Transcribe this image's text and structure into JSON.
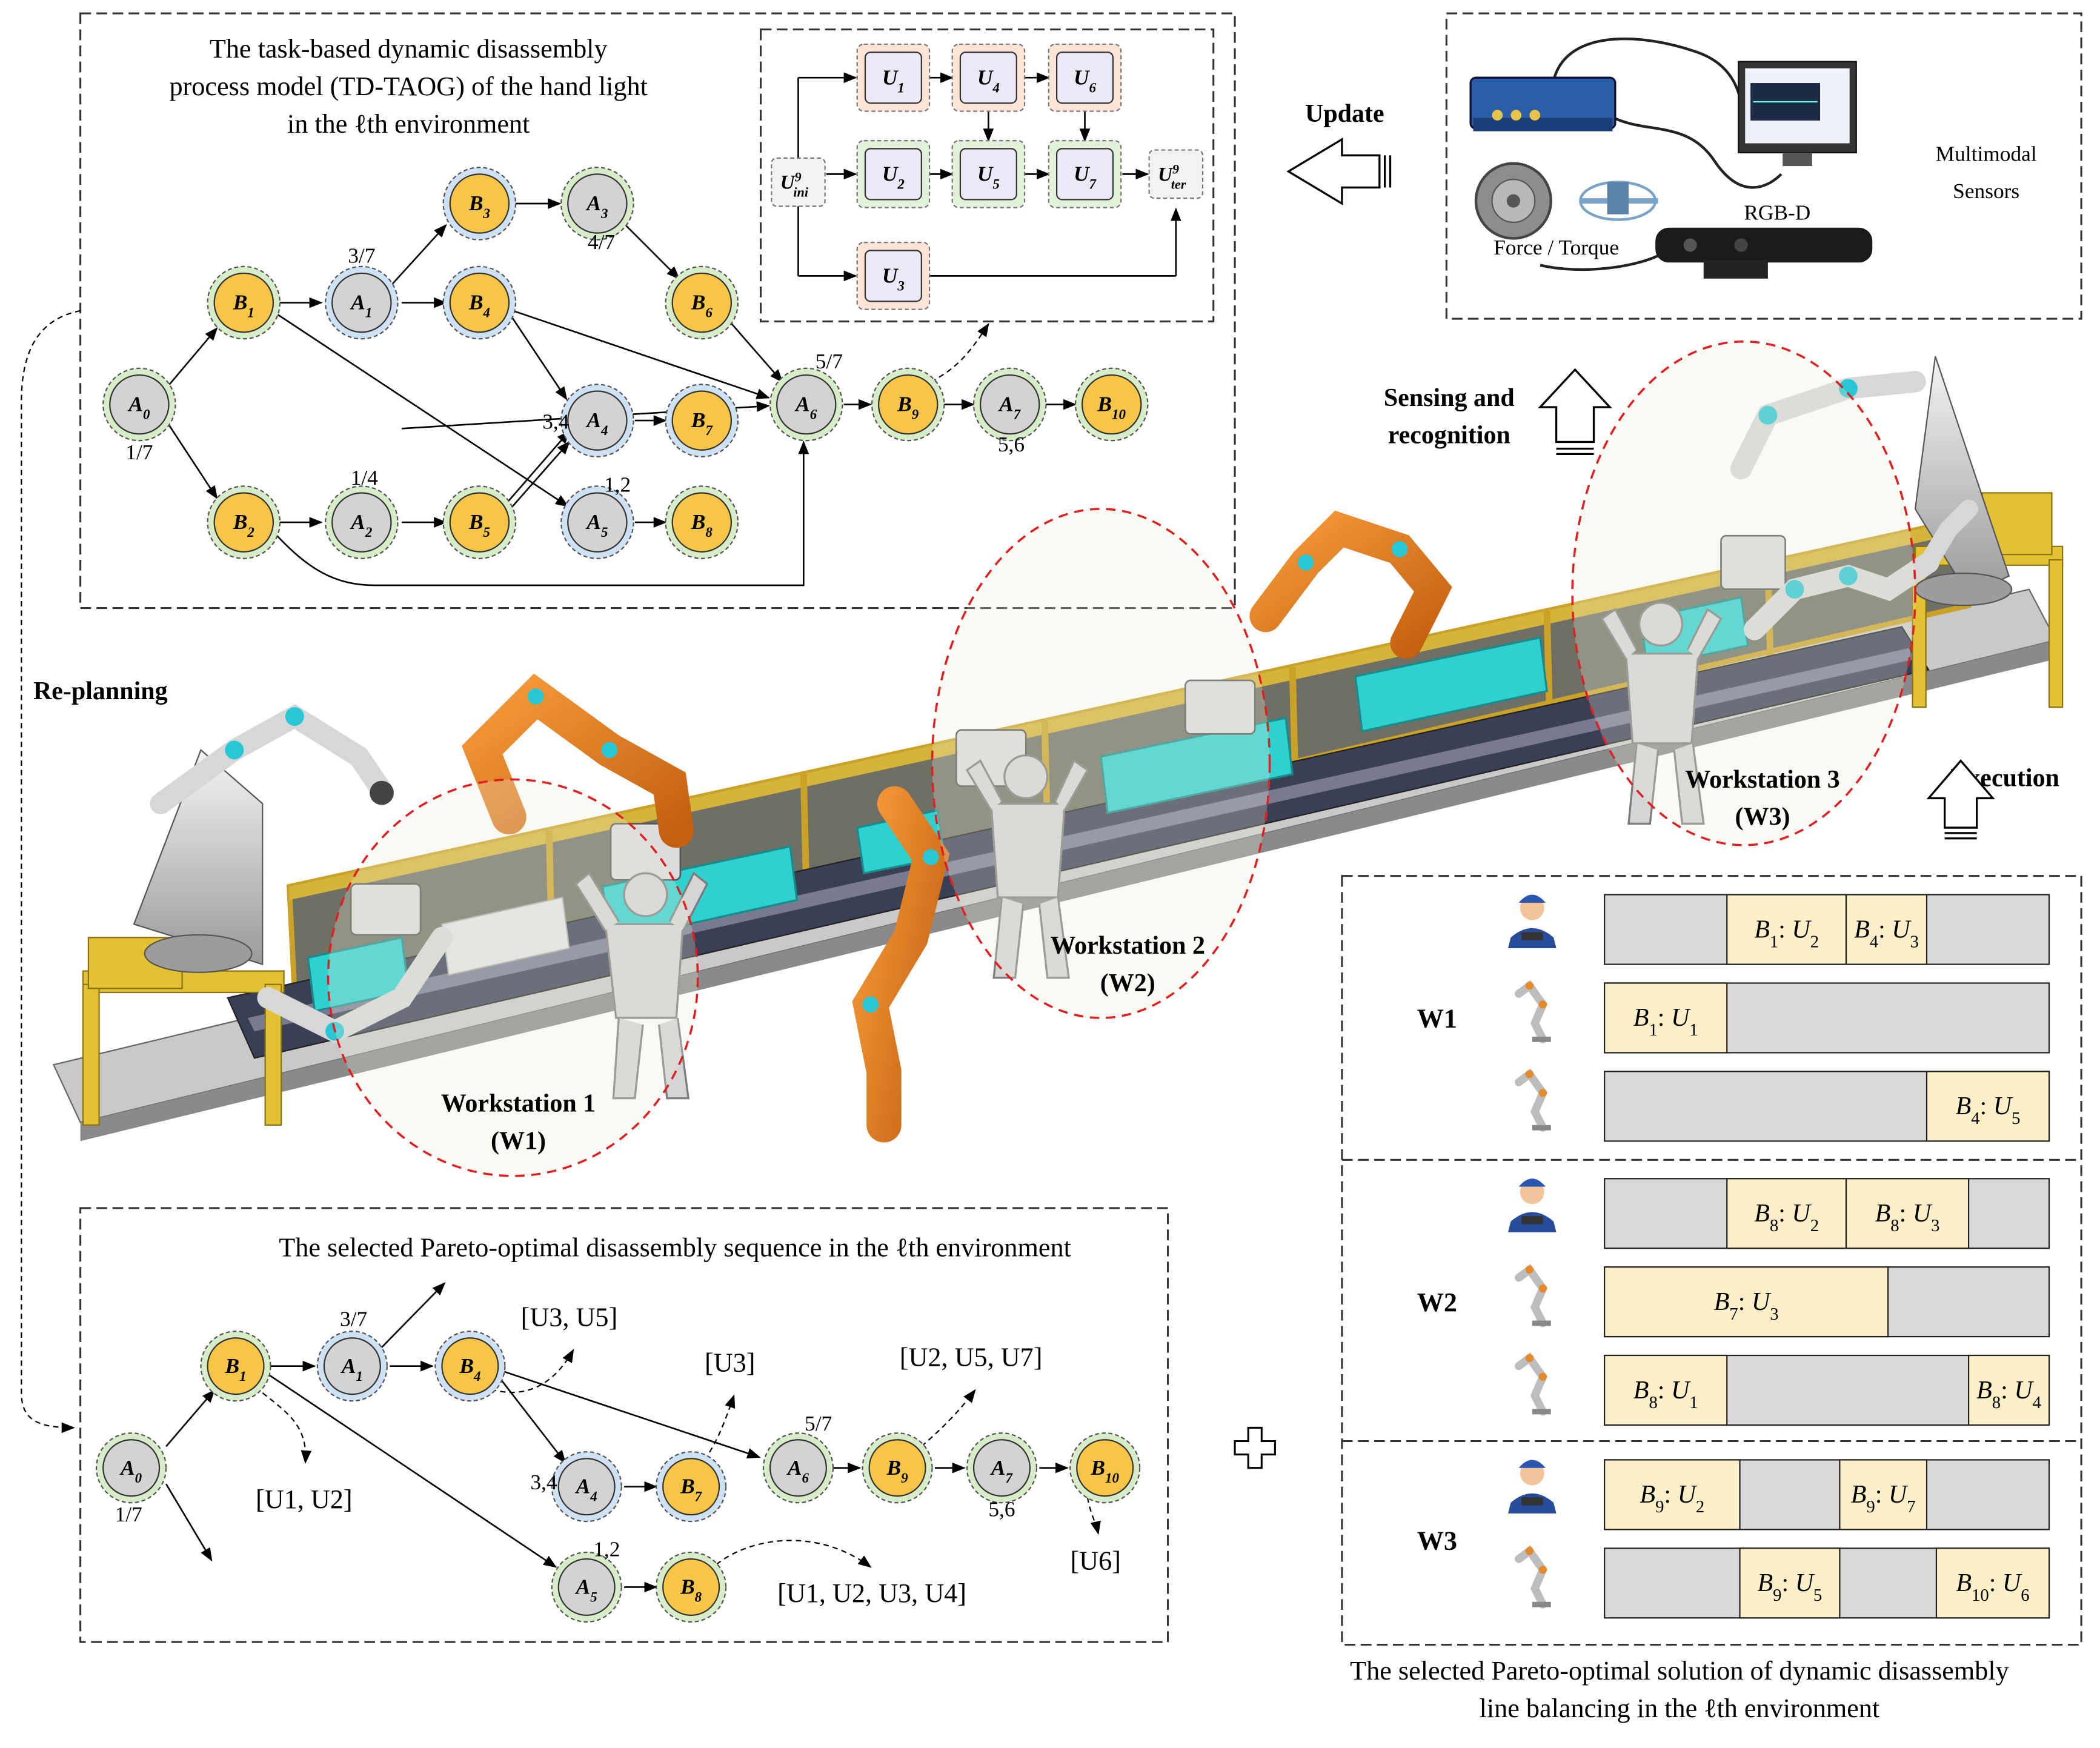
{
  "colors": {
    "node_yellow": "#f7c548",
    "halo_green": "#d7ecc8",
    "halo_blue": "#cfe2f3",
    "node_grey": "#d3d3d3",
    "gantt_task": "#fdf0c8",
    "gantt_idle": "#d9d9d9",
    "unit_red_bg": "#fde4d6",
    "unit_green_bg": "#e2f2da",
    "unit_node": "#ece9f7",
    "conveyor_cyan": "#2fd0d0",
    "robot_orange": "#e87a1c"
  },
  "model": {
    "title_l1": "The task-based dynamic disassembly",
    "title_l2": "process model (TD-TAOG) of the hand light",
    "title_l3": "in the ℓth environment",
    "prob": {
      "a0": "1/7",
      "a1": "3/7",
      "a2": "1/4",
      "a3": "4/7",
      "a4": "3,4",
      "a5": "1,2",
      "a6": "5/7",
      "a7": "5,6"
    }
  },
  "units": {
    "u1": "U1",
    "u2": "U2",
    "u3": "U3",
    "u4": "U4",
    "u5": "U5",
    "u6": "U6",
    "u7": "U7",
    "uini": "U9ini",
    "uter": "U9ter"
  },
  "sensors": {
    "multimodal_l1": "Multimodal",
    "multimodal_l2": "Sensors",
    "rgbd": "RGB-D",
    "force": "Force / Torque"
  },
  "labels": {
    "update": "Update",
    "sensing_l1": "Sensing and",
    "sensing_l2": "recognition",
    "replanning": "Re-planning",
    "execution": "Execution"
  },
  "workstations": {
    "ws1_l1": "Workstation 1",
    "ws1_l2": "(W1)",
    "ws2_l1": "Workstation 2",
    "ws2_l2": "(W2)",
    "ws3_l1": "Workstation 3",
    "ws3_l2": "(W3)"
  },
  "sequence": {
    "title": "The selected Pareto-optimal disassembly sequence in the ℓth environment",
    "prob": {
      "a0": "1/7",
      "a1": "3/7",
      "a4": "3,4",
      "a5": "1,2",
      "a6": "5/7",
      "a7": "5,6"
    },
    "ann_b4": "[U3, U5]",
    "ann_b7": "[U3]",
    "ann_b9": "[U2, U5, U7]",
    "ann_b1": "[U1, U2]",
    "ann_b8": "[U1, U2, U3, U4]",
    "ann_b10": "[U6]"
  },
  "balancing": {
    "caption_l1": "The selected Pareto-optimal solution of dynamic disassembly",
    "caption_l2": "line balancing in the ℓth environment",
    "stations": [
      {
        "name": "W1",
        "rows": [
          {
            "agent": "human",
            "tasks": [
              {
                "label": "B1: U2",
                "start": 0.38,
                "end": 0.75
              },
              {
                "label": "B4: U3",
                "start": 0.75,
                "end": 1.0
              }
            ]
          },
          {
            "agent": "robot",
            "tasks": [
              {
                "label": "B1: U1",
                "start": 0.0,
                "end": 0.38
              }
            ]
          },
          {
            "agent": "robot",
            "tasks": [
              {
                "label": "B4: U5",
                "start": 1.0,
                "end": 1.38
              }
            ]
          }
        ]
      },
      {
        "name": "W2",
        "rows": [
          {
            "agent": "human",
            "tasks": [
              {
                "label": "B8: U2",
                "start": 0.38,
                "end": 0.75
              },
              {
                "label": "B8: U3",
                "start": 0.75,
                "end": 1.13
              }
            ]
          },
          {
            "agent": "robot",
            "tasks": [
              {
                "label": "B7: U3",
                "start": 0.0,
                "end": 0.88
              }
            ]
          },
          {
            "agent": "robot",
            "tasks": [
              {
                "label": "B8: U1",
                "start": 0.0,
                "end": 0.38
              },
              {
                "label": "B8: U4",
                "start": 1.13,
                "end": 1.38
              }
            ]
          }
        ]
      },
      {
        "name": "W3",
        "rows": [
          {
            "agent": "human",
            "tasks": [
              {
                "label": "B9: U2",
                "start": 0.0,
                "end": 0.42
              },
              {
                "label": "B9: U7",
                "start": 0.73,
                "end": 1.0
              }
            ]
          },
          {
            "agent": "robot",
            "tasks": [
              {
                "label": "B9: U5",
                "start": 0.42,
                "end": 0.73
              },
              {
                "label": "B10: U6",
                "start": 1.03,
                "end": 1.38
              }
            ]
          }
        ]
      }
    ]
  }
}
